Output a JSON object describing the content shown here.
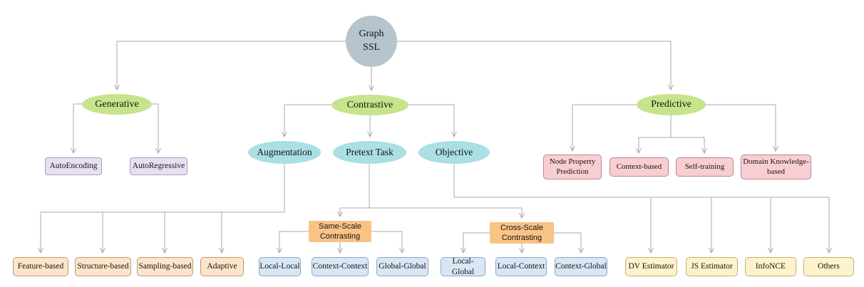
{
  "colors": {
    "canvas-bg": "#ffffff",
    "root-fill": "#b6c4ce",
    "branch-fill": "#c6e48b",
    "contrastive-group-fill": "#aadfe4",
    "generative-leaf-fill": "#e7e0f1",
    "generative-leaf-border": "#a79dc2",
    "predictive-leaf-fill": "#f9ced2",
    "predictive-leaf-border": "#bb868d",
    "scale-box-fill": "#f9c386",
    "augmentation-leaf-fill": "#fce5c9",
    "augmentation-leaf-border": "#bd9a74",
    "pair-leaf-fill": "#d9e6f4",
    "pair-leaf-border": "#8aa6c9",
    "objective-leaf-fill": "#fcf3cd",
    "objective-leaf-border": "#c3b175",
    "line": "#a9a9a9",
    "text": "#141414"
  },
  "tree": {
    "label": "Graph\nSSL",
    "children": [
      {
        "label": "Generative",
        "children": [
          {
            "label": "AutoEncoding"
          },
          {
            "label": "AutoRegressive"
          }
        ]
      },
      {
        "label": "Contrastive",
        "children": [
          {
            "label": "Augmentation",
            "children": [
              {
                "label": "Feature-based"
              },
              {
                "label": "Structure-based"
              },
              {
                "label": "Sampling-based"
              },
              {
                "label": "Adaptive"
              }
            ]
          },
          {
            "label": "Pretext Task",
            "children": [
              {
                "label": "Same-Scale\nContrasting",
                "children": [
                  {
                    "label": "Local-Local"
                  },
                  {
                    "label": "Context-Context"
                  },
                  {
                    "label": "Global-Global"
                  }
                ]
              },
              {
                "label": "Cross-Scale\nContrasting",
                "children": [
                  {
                    "label": "Local-Global"
                  },
                  {
                    "label": "Local-Context"
                  },
                  {
                    "label": "Context-Global"
                  }
                ]
              }
            ]
          },
          {
            "label": "Objective",
            "children": [
              {
                "label": "DV Estimator"
              },
              {
                "label": "JS Estimator"
              },
              {
                "label": "InfoNCE"
              },
              {
                "label": "Others"
              }
            ]
          }
        ]
      },
      {
        "label": "Predictive",
        "children": [
          {
            "label": "Node Property\nPrediction"
          },
          {
            "label": "Context-based"
          },
          {
            "label": "Self-training"
          },
          {
            "label": "Domain Knowledge-\nbased"
          }
        ]
      }
    ]
  }
}
